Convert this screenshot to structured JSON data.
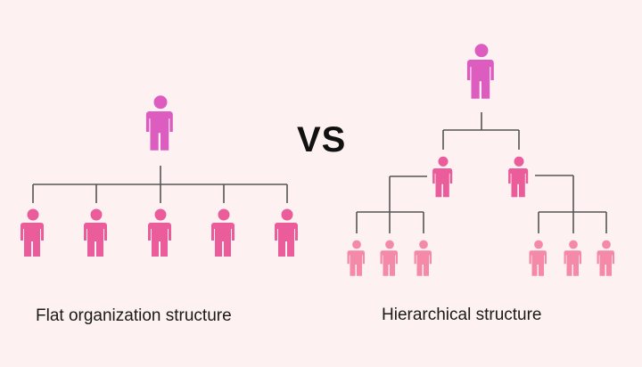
{
  "vs_label": "VS",
  "flat": {
    "caption": "Flat organization structure",
    "levels": [
      "manager",
      "5 employees"
    ],
    "employee_count": 5
  },
  "hierarchical": {
    "caption": "Hierarchical structure",
    "levels": [
      "top manager",
      "2 middle managers",
      "6 employees"
    ],
    "middle_manager_count": 2,
    "employee_count": 6
  },
  "colors": {
    "background": "#fdf1f1",
    "top_person": "#dc5cbf",
    "mid_person": "#ea5c9a",
    "low_person": "#f48aa8",
    "connector": "#555555",
    "text": "#1a1a1a"
  }
}
